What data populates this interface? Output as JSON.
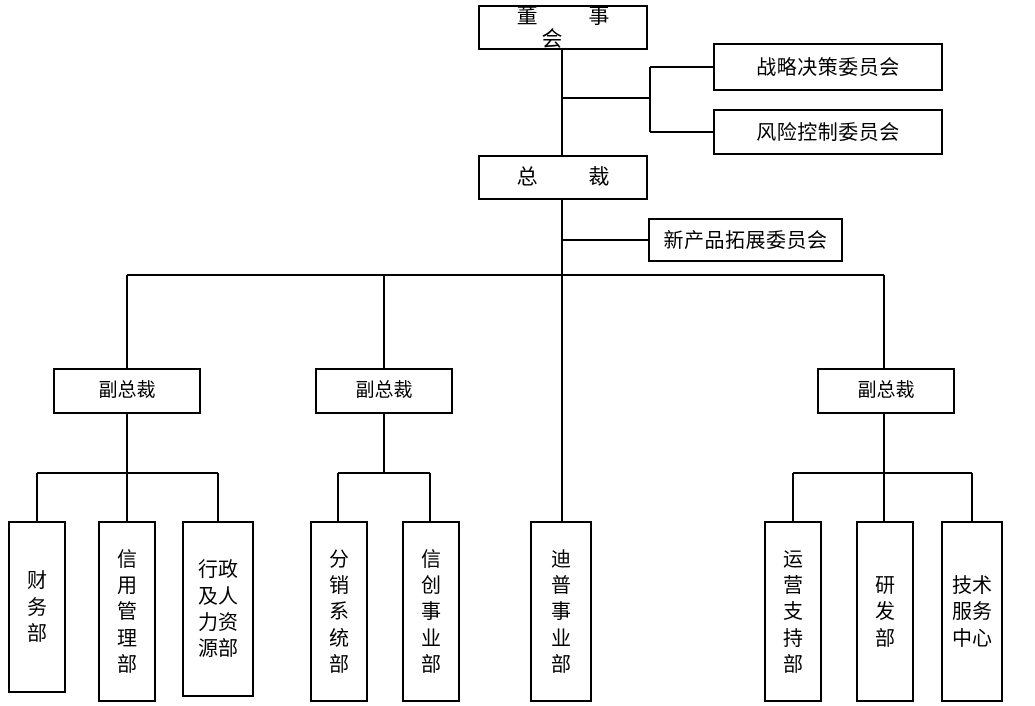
{
  "diagram": {
    "type": "organization-chart",
    "title": "",
    "background": "#ffffff",
    "line_color": "#000000",
    "box_border_color": "#000000",
    "box_fill_color": "#ffffff"
  },
  "nodes": {
    "board": {
      "label": "董 事 会",
      "level": "board"
    },
    "strategy_committee": {
      "label": "战略决策委员会",
      "level": "committee"
    },
    "risk_committee": {
      "label": "风险控制委员会",
      "level": "committee"
    },
    "president": {
      "label": "总  裁",
      "level": "executive"
    },
    "new_product_committee": {
      "label": "新产品拓展委员会",
      "level": "committee"
    },
    "vp1": {
      "label": "副总裁",
      "level": "vice-president"
    },
    "vp2": {
      "label": "副总裁",
      "level": "vice-president"
    },
    "vp3": {
      "label": "副总裁",
      "level": "vice-president"
    },
    "finance_dept": {
      "label": "财\n务\n部",
      "level": "department"
    },
    "credit_mgmt_dept": {
      "label": "信\n用\n管\n理\n部",
      "level": "department"
    },
    "admin_hr_dept": {
      "label": "行政\n及人\n力资\n源部",
      "level": "department"
    },
    "distribution_dept": {
      "label": "分\n销\n系\n统\n部",
      "level": "department"
    },
    "xinchuang_dept": {
      "label": "信\n创\n事\n业\n部",
      "level": "department"
    },
    "dptech_dept": {
      "label": "迪\n普\n事\n业\n部",
      "level": "department"
    },
    "operations_dept": {
      "label": "运\n营\n支\n持\n部",
      "level": "department"
    },
    "rd_dept": {
      "label": "研\n发\n部",
      "level": "department"
    },
    "tech_service_center": {
      "label": "技术\n服务\n中心",
      "level": "department"
    }
  },
  "hierarchy": {
    "board_children": [
      "strategy_committee",
      "risk_committee",
      "president"
    ],
    "president_children": [
      "new_product_committee",
      "vp1",
      "vp2",
      "vp3",
      "dptech_dept"
    ],
    "vp1_children": [
      "finance_dept",
      "credit_mgmt_dept",
      "admin_hr_dept"
    ],
    "vp2_children": [
      "distribution_dept",
      "xinchuang_dept"
    ],
    "vp3_children": [
      "operations_dept",
      "rd_dept",
      "tech_service_center"
    ]
  }
}
